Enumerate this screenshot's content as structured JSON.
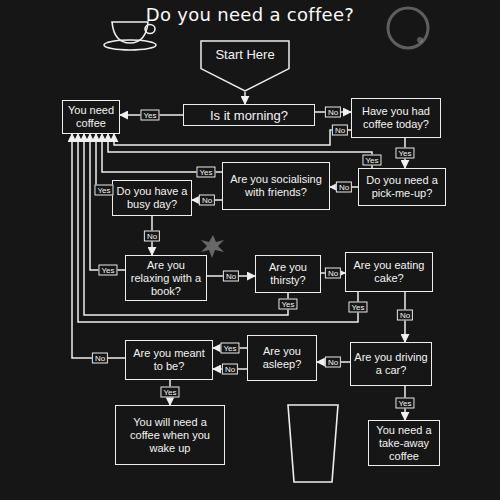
{
  "diagram": {
    "title": "Do you need a coffee?",
    "nodes": [
      {
        "text": [
          "Start Here"
        ]
      },
      {
        "text": [
          "You need coffee"
        ]
      },
      {
        "text": [
          "Is it morning?"
        ]
      },
      {
        "text": [
          "Have you had coffee today?"
        ]
      },
      {
        "text": [
          "Are you socialising with friends?"
        ]
      },
      {
        "text": [
          "Do you need a pick-me-up?"
        ]
      },
      {
        "text": [
          "Do you have a busy day?"
        ]
      },
      {
        "text": [
          "Are you relaxing with a book?"
        ]
      },
      {
        "text": [
          "Are you thirsty?"
        ]
      },
      {
        "text": [
          "Are you eating cake?"
        ]
      },
      {
        "text": [
          "Are you meant to be?"
        ]
      },
      {
        "text": [
          "Are you asleep?"
        ]
      },
      {
        "text": [
          "Are you driving a car?"
        ]
      },
      {
        "text": [
          "You will need a coffee when you wake up"
        ]
      },
      {
        "text": [
          "You need a take-away coffee"
        ]
      }
    ],
    "edges": [
      {
        "from": 0,
        "to": 2,
        "arrow": "to"
      },
      {
        "from": 2,
        "to": 1,
        "label": "Yes",
        "arrow": "to"
      },
      {
        "from": 2,
        "to": 3,
        "label": "No",
        "arrow": "to"
      },
      {
        "from": 3,
        "to": 1,
        "label": "No",
        "arrow": "to"
      },
      {
        "from": 3,
        "to": 5,
        "label": "Yes",
        "arrow": "to"
      },
      {
        "from": 5,
        "to": 1,
        "label": "Yes",
        "arrow": "to"
      },
      {
        "from": 5,
        "to": 4,
        "label": "No",
        "arrow": "to"
      },
      {
        "from": 4,
        "to": 1,
        "label": "Yes",
        "arrow": "to"
      },
      {
        "from": 4,
        "to": 6,
        "label": "No",
        "arrow": "to"
      },
      {
        "from": 6,
        "to": 1,
        "label": "Yes",
        "arrow": "to"
      },
      {
        "from": 6,
        "to": 7,
        "label": "No",
        "arrow": "to"
      },
      {
        "from": 7,
        "to": 1,
        "label": "Yes",
        "arrow": "to"
      },
      {
        "from": 7,
        "to": 8,
        "label": "No",
        "arrow": "to"
      },
      {
        "from": 8,
        "to": 1,
        "label": "Yes",
        "arrow": "to"
      },
      {
        "from": 8,
        "to": 9,
        "label": "No",
        "arrow": "to"
      },
      {
        "from": 9,
        "to": 1,
        "label": "Yes",
        "arrow": "to"
      },
      {
        "from": 9,
        "to": 12,
        "label": "No",
        "arrow": "to"
      },
      {
        "from": 12,
        "to": 11,
        "label": "No",
        "arrow": "to"
      },
      {
        "from": 12,
        "to": 14,
        "label": "Yes",
        "arrow": "to"
      },
      {
        "from": 11,
        "to": 10,
        "label": "Yes",
        "arrow": "to"
      },
      {
        "from": 11,
        "to": 10,
        "label": "No",
        "arrow": "to"
      },
      {
        "from": 10,
        "to": 1,
        "label": "No",
        "arrow": "to"
      },
      {
        "from": 10,
        "to": 13,
        "label": "Yes",
        "arrow": "to"
      }
    ]
  }
}
